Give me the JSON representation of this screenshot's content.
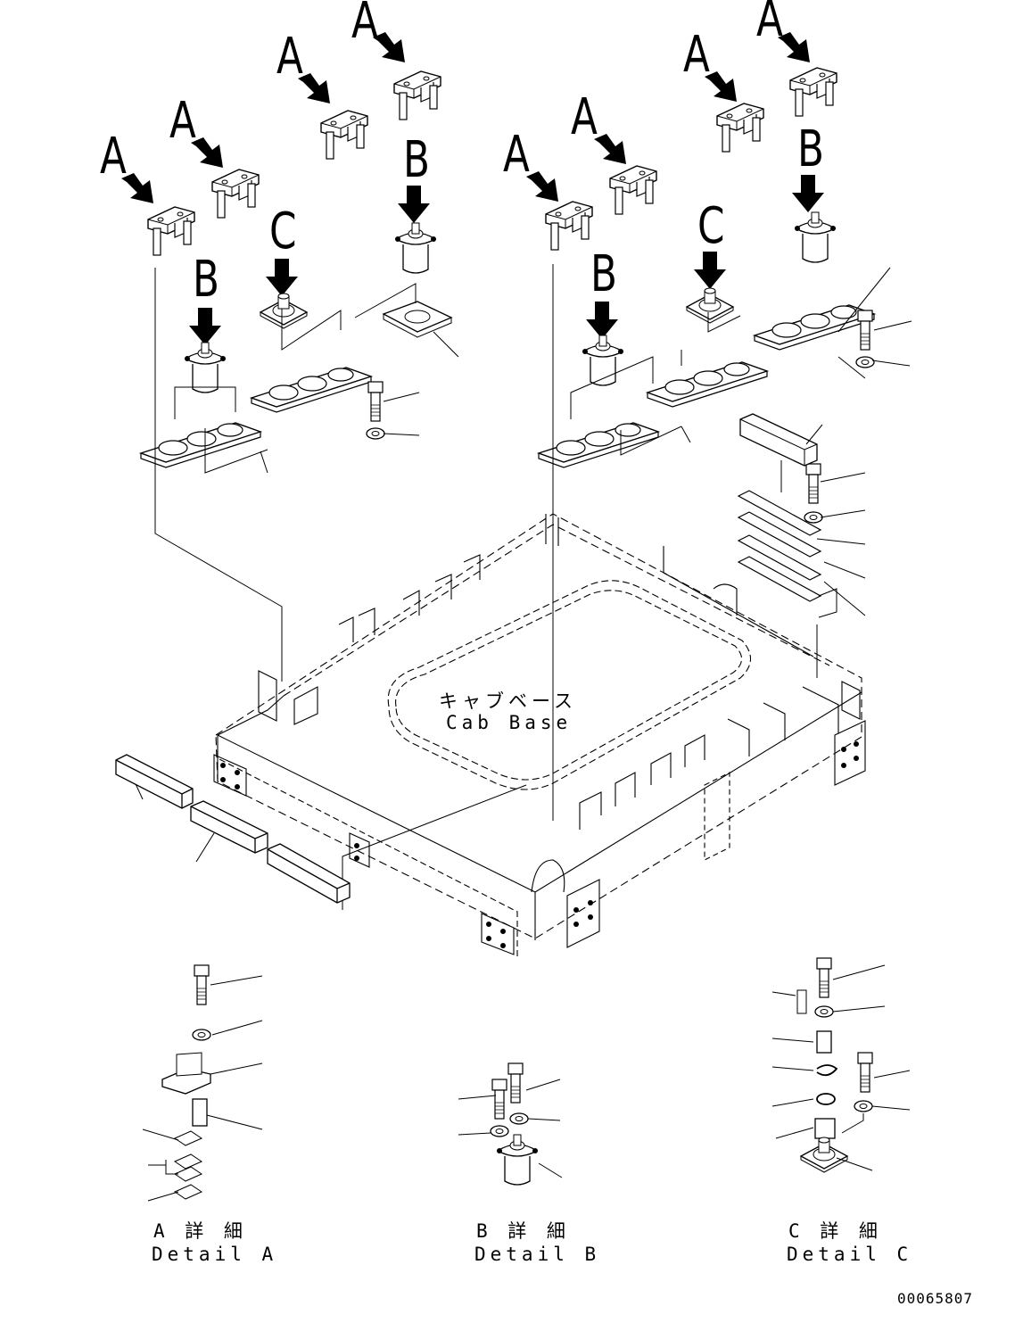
{
  "callouts": {
    "a": "A",
    "b": "B",
    "c": "C"
  },
  "cab_base": {
    "jp": "キャブベース",
    "en": "Cab Base"
  },
  "details": [
    {
      "jp": "A 詳 細",
      "en": "Detail A"
    },
    {
      "jp": "B 詳 細",
      "en": "Detail B"
    },
    {
      "jp": "C 詳 細",
      "en": "Detail C"
    }
  ],
  "drawing_number": "00065807",
  "icons": [
    "down-arrow-icon",
    "diagonal-arrow-icon"
  ]
}
